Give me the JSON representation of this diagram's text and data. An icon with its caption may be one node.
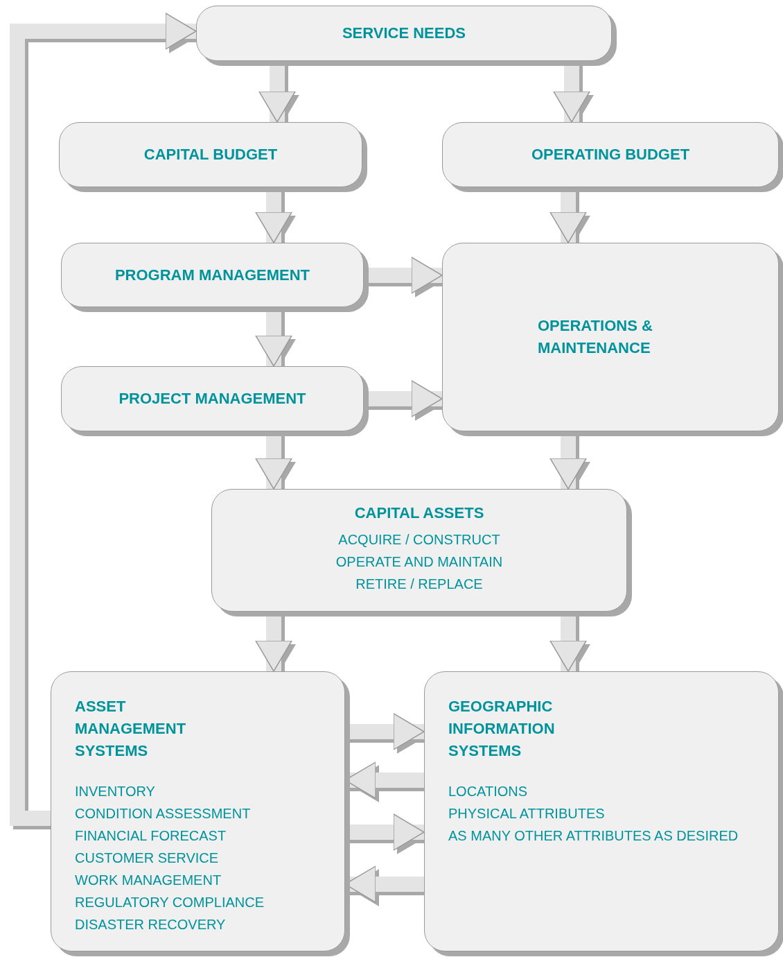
{
  "diagram": {
    "nodes": [
      {
        "text": [
          "SERVICE NEEDS"
        ]
      },
      {
        "text": [
          "CAPITAL BUDGET"
        ]
      },
      {
        "text": [
          "OPERATING BUDGET"
        ]
      },
      {
        "text": [
          "PROGRAM MANAGEMENT"
        ]
      },
      {
        "text": [
          "OPERATIONS & MAINTENANCE"
        ]
      },
      {
        "text": [
          "PROJECT MANAGEMENT"
        ]
      },
      {
        "text": [
          "CAPITAL ASSETS",
          "ACQUIRE / CONSTRUCT",
          "OPERATE AND MAINTAIN",
          "RETIRE / REPLACE"
        ]
      },
      {
        "text": [
          "ASSET MANAGEMENT SYSTEMS",
          "INVENTORY",
          "CONDITION ASSESSMENT",
          "FINANCIAL FORECAST",
          "CUSTOMER SERVICE",
          "WORK MANAGEMENT",
          "REGULATORY COMPLIANCE",
          "DISASTER RECOVERY"
        ]
      },
      {
        "text": [
          "GEOGRAPHIC INFORMATION SYSTEMS",
          "LOCATIONS",
          "PHYSICAL ATTRIBUTES",
          "AS MANY OTHER ATTRIBUTES AS DESIRED"
        ]
      }
    ],
    "edges": [
      {
        "from": 0,
        "to": 1,
        "arrow": "to"
      },
      {
        "from": 0,
        "to": 2,
        "arrow": "to"
      },
      {
        "from": 1,
        "to": 3,
        "arrow": "to"
      },
      {
        "from": 2,
        "to": 4,
        "arrow": "to"
      },
      {
        "from": 3,
        "to": 4,
        "arrow": "to"
      },
      {
        "from": 3,
        "to": 5,
        "arrow": "to"
      },
      {
        "from": 5,
        "to": 4,
        "arrow": "to"
      },
      {
        "from": 5,
        "to": 6,
        "arrow": "to"
      },
      {
        "from": 4,
        "to": 6,
        "arrow": "to"
      },
      {
        "from": 6,
        "to": 7,
        "arrow": "to"
      },
      {
        "from": 6,
        "to": 8,
        "arrow": "to"
      },
      {
        "from": 7,
        "to": 8,
        "arrow": "to"
      },
      {
        "from": 8,
        "to": 7,
        "arrow": "to"
      },
      {
        "from": 7,
        "to": 8,
        "arrow": "to"
      },
      {
        "from": 8,
        "to": 7,
        "arrow": "to"
      },
      {
        "from": 7,
        "to": 0,
        "arrow": "to"
      }
    ]
  }
}
